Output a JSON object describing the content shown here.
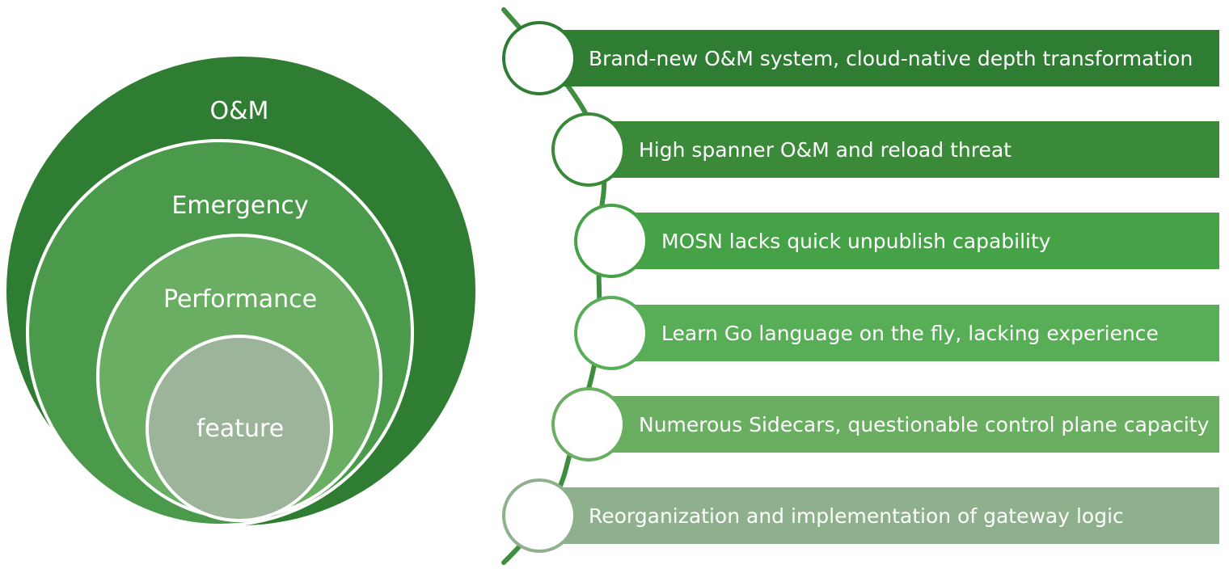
{
  "nested_circles": {
    "layers": [
      {
        "label": "O&M",
        "color": "#2f7d32"
      },
      {
        "label": "Emergency",
        "color": "#4b9a4b"
      },
      {
        "label": "Performance",
        "color": "#69ae62"
      },
      {
        "label": "feature",
        "color": "#9bb49a"
      }
    ]
  },
  "timeline": {
    "line_color": "#3f8d3f",
    "items": [
      {
        "text": "Brand-new O&M system, cloud-native depth transformation",
        "color": "#2f7d32"
      },
      {
        "text": "High spanner O&M and reload threat",
        "color": "#3a8a3a"
      },
      {
        "text": "MOSN lacks quick unpublish capability",
        "color": "#46a246"
      },
      {
        "text": "Learn Go language on the fly, lacking experience",
        "color": "#58ae56"
      },
      {
        "text": "Numerous Sidecars, questionable control plane capacity",
        "color": "#6aae62"
      },
      {
        "text": "Reorganization and implementation of gateway logic",
        "color": "#8fb08c"
      }
    ]
  }
}
